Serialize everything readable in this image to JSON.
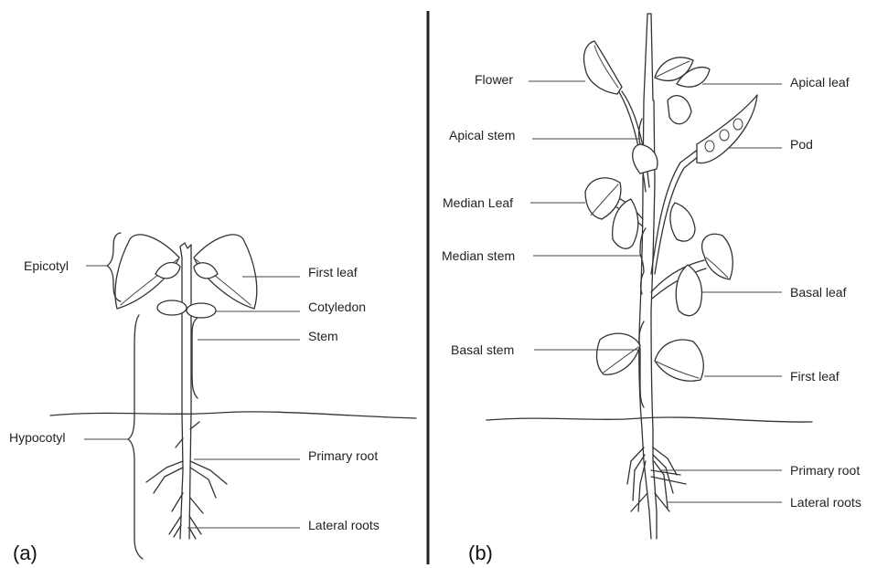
{
  "panel_a": {
    "tag": "(a)",
    "labels": {
      "epicotyl": "Epicotyl",
      "first_leaf": "First leaf",
      "cotyledon": "Cotyledon",
      "stem": "Stem",
      "hypocotyl": "Hypocotyl",
      "primary_root": "Primary root",
      "lateral_roots": "Lateral roots"
    }
  },
  "panel_b": {
    "tag": "(b)",
    "labels": {
      "flower": "Flower",
      "apical_leaf": "Apical leaf",
      "apical_stem": "Apical stem",
      "pod": "Pod",
      "median_leaf": "Median Leaf",
      "median_stem": "Median stem",
      "basal_leaf": "Basal leaf",
      "basal_stem": "Basal stem",
      "first_leaf": "First leaf",
      "primary_root": "Primary root",
      "lateral_roots": "Lateral roots"
    }
  }
}
